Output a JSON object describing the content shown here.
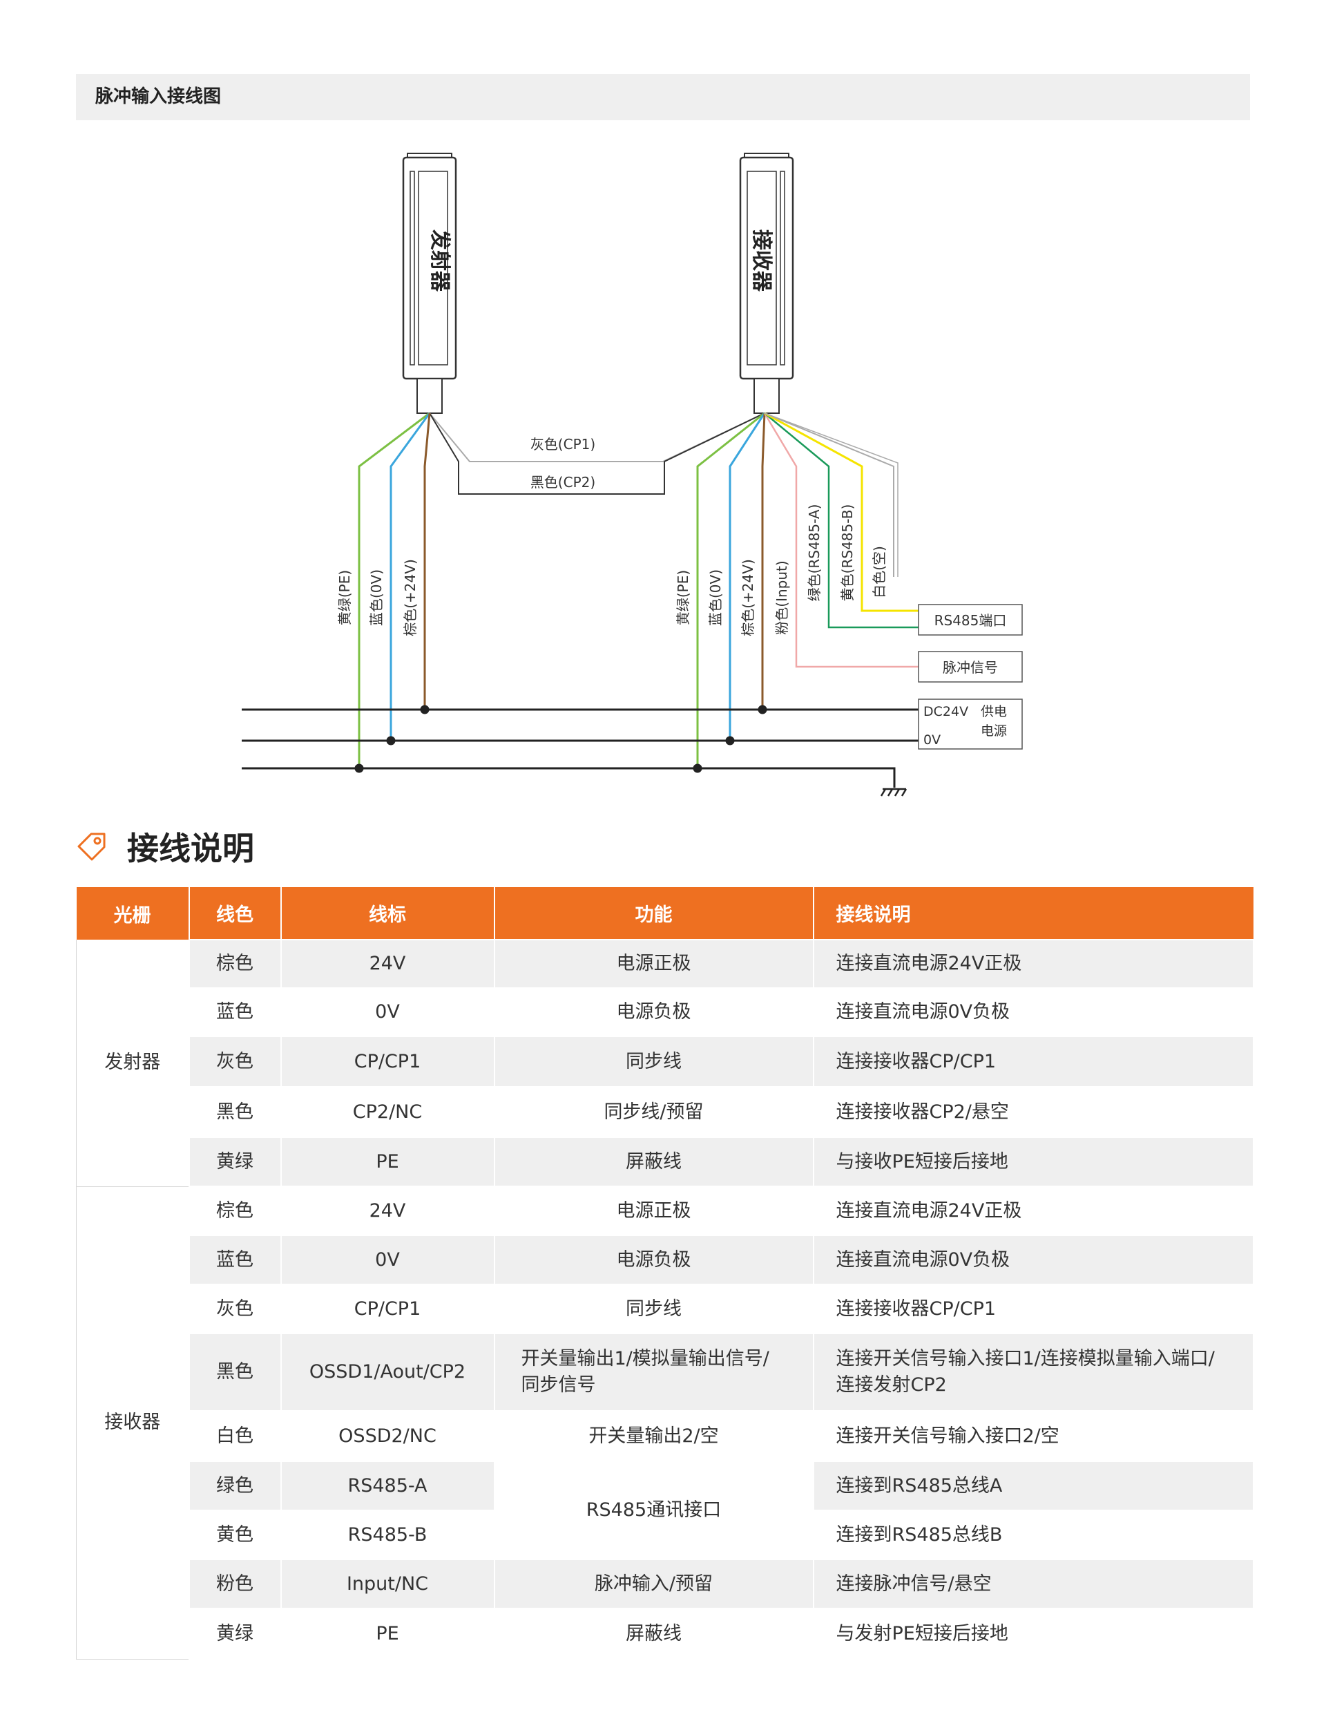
{
  "diagram": {
    "header": "脉冲输入接线图",
    "emitter_label": "发射器",
    "receiver_label": "接收器",
    "wire_gray": "灰色(CP1)",
    "wire_black": "黑色(CP2)",
    "emitter_wires": [
      "黄绿(PE)",
      "蓝色(0V)",
      "棕色(+24V)"
    ],
    "receiver_wires": [
      "黄绿(PE)",
      "蓝色(0V)",
      "棕色(+24V)",
      "粉色(Input)",
      "绿色(RS485-A)",
      "黄色(RS485-B)",
      "白色(空)"
    ],
    "box_rs485": "RS485端口",
    "box_pulse": "脉冲信号",
    "box_dc24v": "DC24V",
    "box_0v": "0V",
    "box_supply_1": "供电",
    "box_supply_2": "电源",
    "colors": {
      "brown": "#8b5a2b",
      "blue": "#3aa6dd",
      "yellow_green": "#7cc043",
      "pink": "#f0a8a8",
      "green": "#1a9a5a",
      "yellow": "#f5e400",
      "gray": "#aaaaaa",
      "black": "#333333",
      "accent": "#ee7021"
    }
  },
  "section_title": "接线说明",
  "table": {
    "headers": [
      "光栅",
      "线色",
      "线标",
      "功能",
      "接线说明"
    ],
    "emitter": "发射器",
    "receiver": "接收器",
    "emitter_rows": [
      {
        "color": "棕色",
        "mark": "24V",
        "func": "电源正极",
        "desc": "连接直流电源24V正极"
      },
      {
        "color": "蓝色",
        "mark": "0V",
        "func": "电源负极",
        "desc": "连接直流电源0V负极"
      },
      {
        "color": "灰色",
        "mark": "CP/CP1",
        "func": "同步线",
        "desc": "连接接收器CP/CP1"
      },
      {
        "color": "黑色",
        "mark": "CP2/NC",
        "func": "同步线/预留",
        "desc": "连接接收器CP2/悬空"
      },
      {
        "color": "黄绿",
        "mark": "PE",
        "func": "屏蔽线",
        "desc": "与接收PE短接后接地"
      }
    ],
    "receiver_rows": [
      {
        "color": "棕色",
        "mark": "24V",
        "func": "电源正极",
        "desc": "连接直流电源24V正极"
      },
      {
        "color": "蓝色",
        "mark": "0V",
        "func": "电源负极",
        "desc": "连接直流电源0V负极"
      },
      {
        "color": "灰色",
        "mark": "CP/CP1",
        "func": "同步线",
        "desc": "连接接收器CP/CP1"
      },
      {
        "color": "黑色",
        "mark": "OSSD1/Aout/CP2",
        "func1": "开关量输出1/模拟量输出信号/",
        "func2": "同步信号",
        "desc1": "连接开关信号输入接口1/连接模拟量输入端口/",
        "desc2": "连接发射CP2"
      },
      {
        "color": "白色",
        "mark": "OSSD2/NC",
        "func": "开关量输出2/空",
        "desc": "连接开关信号输入接口2/空"
      },
      {
        "color": "绿色",
        "mark": "RS485-A",
        "func": "RS485通讯接口",
        "desc": "连接到RS485总线A"
      },
      {
        "color": "黄色",
        "mark": "RS485-B",
        "desc": "连接到RS485总线B"
      },
      {
        "color": "粉色",
        "mark": "Input/NC",
        "func": "脉冲输入/预留",
        "desc": "连接脉冲信号/悬空"
      },
      {
        "color": "黄绿",
        "mark": "PE",
        "func": "屏蔽线",
        "desc": "与发射PE短接后接地"
      }
    ]
  }
}
